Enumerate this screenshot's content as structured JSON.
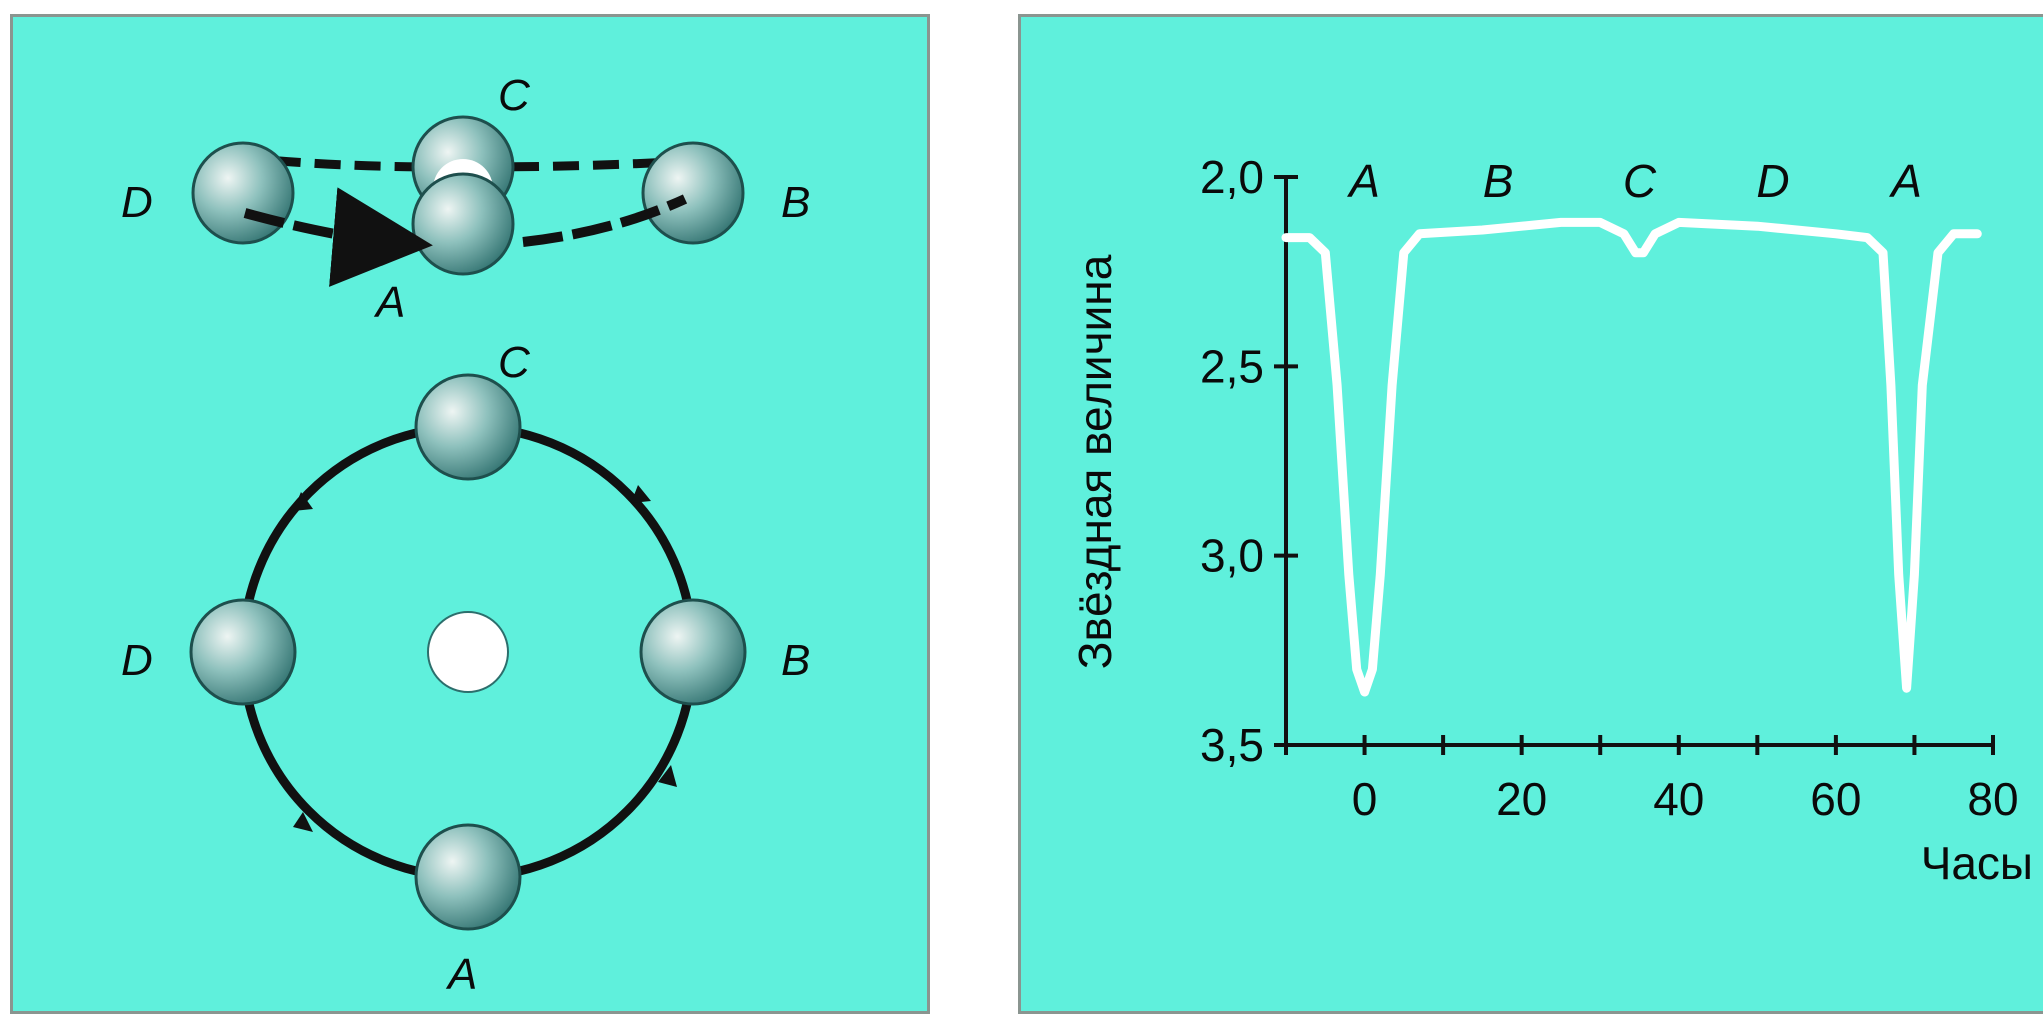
{
  "left_panel": {
    "side_view": {
      "labels": {
        "a": "A",
        "b": "B",
        "c": "C",
        "d": "D"
      }
    },
    "top_view": {
      "labels": {
        "a": "A",
        "b": "B",
        "c": "C",
        "d": "D"
      }
    }
  },
  "colors": {
    "background": "#5ff0dc",
    "border": "#8a9590",
    "star_light": "#eef5f3",
    "star_dark": "#2c6e6c",
    "center_star": "#ffffff",
    "orbit": "#111111",
    "light_curve": "#ffffff"
  },
  "chart_data": {
    "type": "line",
    "xlabel": "Часы",
    "ylabel": "Звёздная величина",
    "x_ticks": [
      "0",
      "20",
      "40",
      "60",
      "80"
    ],
    "y_ticks": [
      "2,0",
      "2,5",
      "3,0",
      "3,5"
    ],
    "xlim": [
      -10,
      80
    ],
    "ylim": [
      3.5,
      2.0
    ],
    "y_inverted": true,
    "grid": false,
    "phase_labels": [
      {
        "label": "A",
        "x": 0
      },
      {
        "label": "B",
        "x": 17
      },
      {
        "label": "C",
        "x": 35
      },
      {
        "label": "D",
        "x": 52
      },
      {
        "label": "A",
        "x": 69
      }
    ],
    "series": [
      {
        "x": [
          -10,
          -7,
          -5,
          -3.5,
          -2,
          -1,
          0,
          1,
          2,
          3.5,
          5,
          7,
          15,
          25,
          30,
          33,
          34.5,
          35.5,
          37,
          40,
          50,
          60,
          64,
          66,
          67,
          68,
          69,
          70,
          71,
          73,
          75,
          78
        ],
        "y": [
          2.16,
          2.16,
          2.2,
          2.55,
          3.05,
          3.3,
          3.36,
          3.3,
          3.05,
          2.55,
          2.2,
          2.15,
          2.14,
          2.12,
          2.12,
          2.15,
          2.2,
          2.2,
          2.15,
          2.12,
          2.13,
          2.15,
          2.16,
          2.2,
          2.55,
          3.05,
          3.35,
          3.05,
          2.55,
          2.2,
          2.15,
          2.15
        ]
      }
    ]
  }
}
